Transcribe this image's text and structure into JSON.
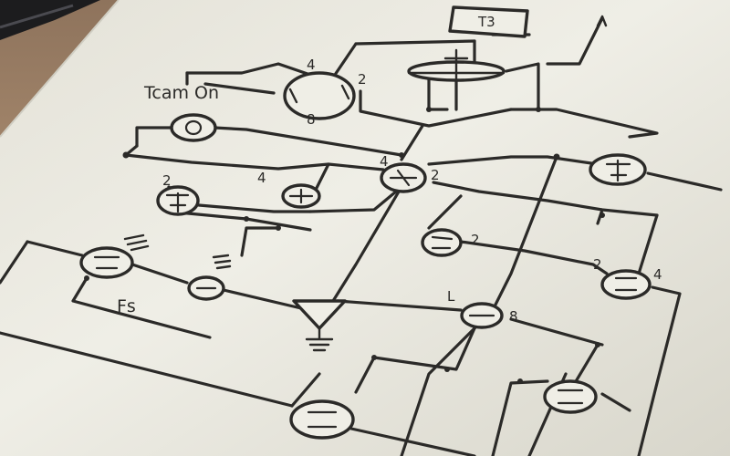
{
  "scene": {
    "description_free": true,
    "labels": {
      "top_box": "T3",
      "left_title": "Tcam On",
      "n2_a": "2",
      "n4_a": "4",
      "n4_b": "4",
      "n2_b": "2",
      "n2_c": "2",
      "n2_d": "2",
      "n4_c": "4",
      "fs": "Fs",
      "l": "L",
      "n8": "8",
      "knob_4": "4",
      "knob_2": "2",
      "knob_8": "8"
    },
    "colors": {
      "paper": "#efeee6",
      "paper_shadow": "#d9d7cd",
      "ink": "#2b2a28",
      "desk": "#b89a7c",
      "pen": "#1c1c1e"
    }
  }
}
